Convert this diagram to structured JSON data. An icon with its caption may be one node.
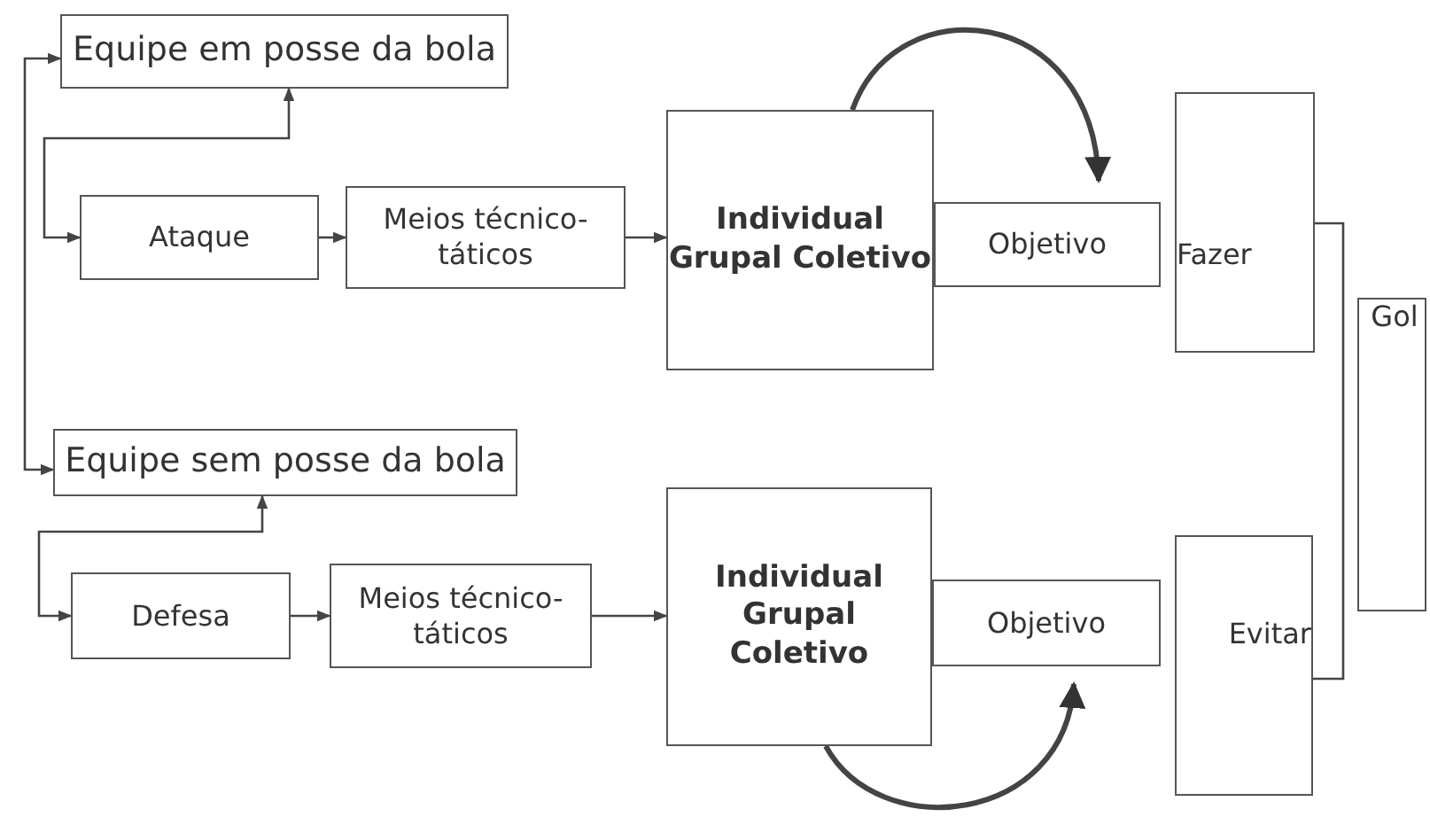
{
  "diagram": {
    "nodes": [
      {
        "text": [
          "Equipe em posse da bola"
        ]
      },
      {
        "text": [
          "Ataque"
        ]
      },
      {
        "text": [
          "Meios técnico-táticos"
        ]
      },
      {
        "text": [
          "Individual Grupal Coletivo"
        ]
      },
      {
        "text": [
          "Objetivo"
        ]
      },
      {
        "text": [
          "Fazer"
        ]
      },
      {
        "text": [
          "Equipe sem posse da bola"
        ]
      },
      {
        "text": [
          "Defesa"
        ]
      },
      {
        "text": [
          "Meios técnico-táticos"
        ]
      },
      {
        "text": [
          "Individual Grupal Coletivo"
        ]
      },
      {
        "text": [
          "Objetivo"
        ]
      },
      {
        "text": [
          "Evitar"
        ]
      },
      {
        "text": [
          "Gol"
        ]
      }
    ],
    "edges": [
      {
        "from": 6,
        "to": 0,
        "arrow": "both"
      },
      {
        "from": 0,
        "to": 1,
        "arrow": "both"
      },
      {
        "from": 1,
        "to": 2,
        "arrow": "to"
      },
      {
        "from": 2,
        "to": 3,
        "arrow": "to"
      },
      {
        "from": 3,
        "to": 4,
        "arrow": "to",
        "style": "thick"
      },
      {
        "from": 6,
        "to": 7,
        "arrow": "both"
      },
      {
        "from": 7,
        "to": 8,
        "arrow": "to"
      },
      {
        "from": 8,
        "to": 9,
        "arrow": "to"
      },
      {
        "from": 9,
        "to": 10,
        "arrow": "to",
        "style": "thick"
      },
      {
        "from": 5,
        "to": 11,
        "arrow": "none"
      }
    ]
  }
}
